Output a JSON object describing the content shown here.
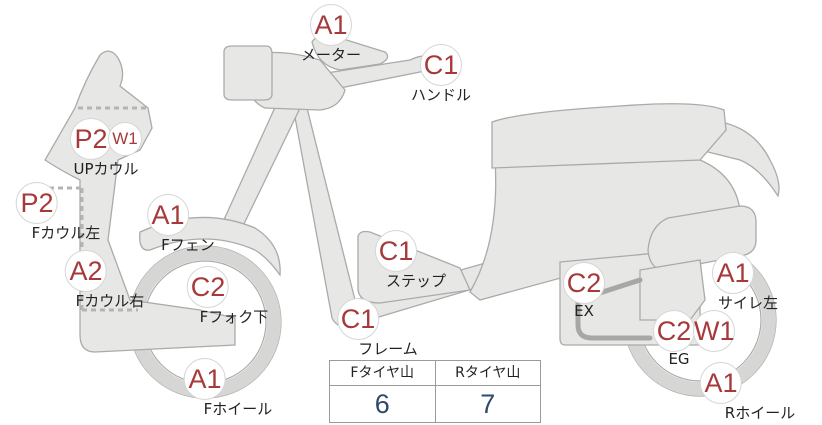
{
  "callouts": {
    "meter": {
      "codes": [
        "A1"
      ],
      "label": "メーター"
    },
    "handle": {
      "codes": [
        "C1"
      ],
      "label": "ハンドル"
    },
    "up_cowl": {
      "codes": [
        "P2",
        "W1"
      ],
      "label": "UPカウル"
    },
    "f_cowl_left": {
      "codes": [
        "P2"
      ],
      "label": "Fカウル左"
    },
    "f_fender": {
      "codes": [
        "A1"
      ],
      "label": "Fフェン"
    },
    "f_cowl_right": {
      "codes": [
        "A2"
      ],
      "label": "Fカウル右"
    },
    "f_fork_lower": {
      "codes": [
        "C2"
      ],
      "label": "Fフォク下"
    },
    "step": {
      "codes": [
        "C1"
      ],
      "label": "ステップ"
    },
    "frame": {
      "codes": [
        "C1"
      ],
      "label": "フレーム"
    },
    "ex": {
      "codes": [
        "C2"
      ],
      "label": "EX"
    },
    "eg": {
      "codes": [
        "C2",
        "W1"
      ],
      "label": "EG"
    },
    "silencer_left": {
      "codes": [
        "A1"
      ],
      "label": "サイレ左"
    },
    "f_wheel": {
      "codes": [
        "A1"
      ],
      "label": "Fホイール"
    },
    "r_wheel": {
      "codes": [
        "A1"
      ],
      "label": "Rホイール"
    }
  },
  "tire_table": {
    "front_header": "Fタイヤ山",
    "rear_header": "Rタイヤ山",
    "front_value": "6",
    "rear_value": "7"
  }
}
